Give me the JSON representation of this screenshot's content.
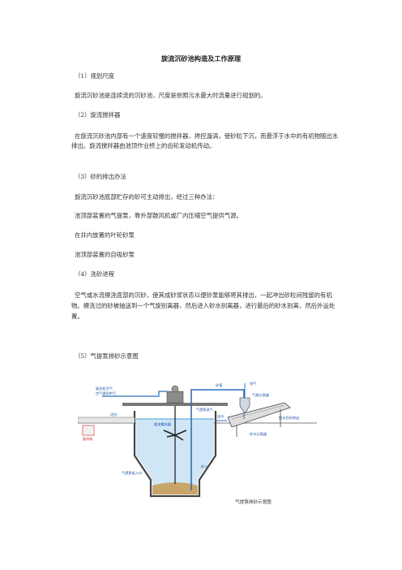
{
  "title": "旋流沉砂池构造及工作原理",
  "sections": [
    {
      "heading": "（1）规划尺度",
      "paragraphs": [
        "旋流沉砂池是连续流的沉砂池，尺度是依照污水最大时流量进行规划的。"
      ]
    },
    {
      "heading": "（2）旋流搅拌器",
      "paragraphs": [
        "在旋流沉砂池内部有一个速度较慢的搅拌器，搀控漩涡，使砂粒下沉，而悬浮于水中的有机物随出水排出。旋流搅拌器由池顶作业桥上的齿轮发动机传动。"
      ]
    },
    {
      "heading": "（3）砂的排出办法",
      "paragraphs": [
        "旋流沉砂池底部贮存的砂可主动排出，经过三种办法：",
        "池顶部装置的气提泵，靠外部鼓风机或厂内压缩空气提供气源。",
        "在井内放置的叶轮砂泵",
        "池顶部装置的自吸砂泵"
      ]
    },
    {
      "heading": "（4）洗砂进程",
      "paragraphs": [
        "空气或水流擦洗底部的沉砂，使其成砂浆状态以便砂泵能够将其排出，一起冲出砂粒间残留的有机物。擦洗过的砂被抽送到一个气旋别离器，然后进入砂水别离器，进行最后的砂水别离，然后外运处置。"
      ]
    },
    {
      "heading": "（5）气提泵排砂示意图",
      "paragraphs": []
    }
  ],
  "diagram": {
    "labels": {
      "blower_air": "鼓风机空气",
      "air_lift_air": "空气提砂供气",
      "sand_pipe": "砂管",
      "exhaust": "排气",
      "cyclone": "气旋分离器",
      "inlet": "进水",
      "vortex": "旋流搅拌器",
      "outlet": "出水",
      "air_inlet": "气提泵进气",
      "grit_hopper": "砂斗",
      "washer": "砂水分离器",
      "grit_out": "脱水后砂排出",
      "air_entry": "气提泵吸入口",
      "blower": "鼓风机"
    },
    "caption": "气提泵排砂示意图"
  },
  "colors": {
    "diagram_blue": "#1a4fa0",
    "diagram_red": "#cc2222",
    "water": "#cfe6f7"
  }
}
